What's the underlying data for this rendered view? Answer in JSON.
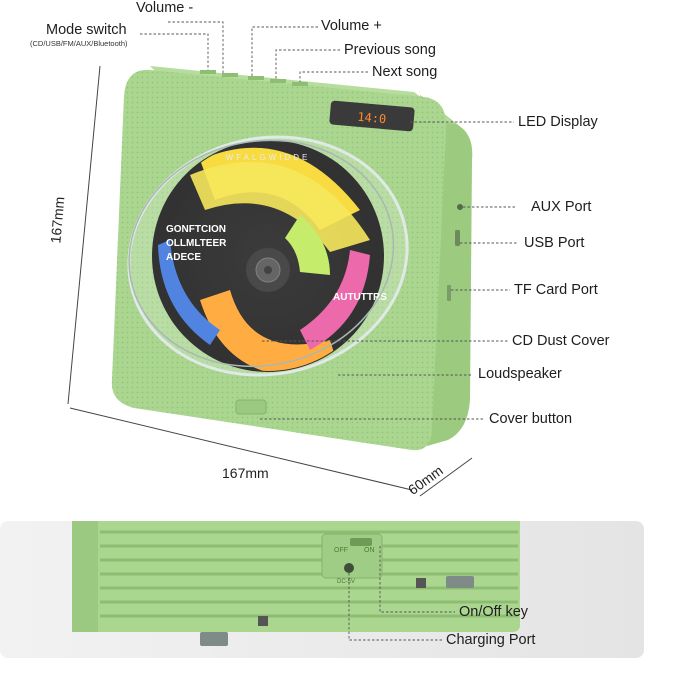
{
  "labels": {
    "volume_minus": "Volume -",
    "mode_switch": "Mode switch",
    "mode_switch_sub": "(CD/USB/FM/AUX/Bluetooth)",
    "volume_plus": "Volume +",
    "previous_song": "Previous song",
    "next_song": "Next song",
    "led_display": "LED Display",
    "aux_port": "AUX Port",
    "usb_port": "USB Port",
    "tf_card_port": "TF Card Port",
    "cd_dust_cover": "CD Dust Cover",
    "loudspeaker": "Loudspeaker",
    "cover_button": "Cover button",
    "on_off_key": "On/Off key",
    "charging_port": "Charging Port"
  },
  "dimensions": {
    "height": "167mm",
    "width": "167mm",
    "depth": "60mm"
  },
  "device": {
    "led_readout": "14:0",
    "disc_arc_text": "WFALGWIDDE",
    "disc_title_lines": [
      "GONFTCION",
      "OLLMLTEER",
      "ADECE"
    ],
    "disc_side_text": "AUTUTTRS",
    "switch_off": "OFF",
    "switch_on": "ON",
    "port_label": "DC-5V",
    "color": "#a9d58e"
  }
}
